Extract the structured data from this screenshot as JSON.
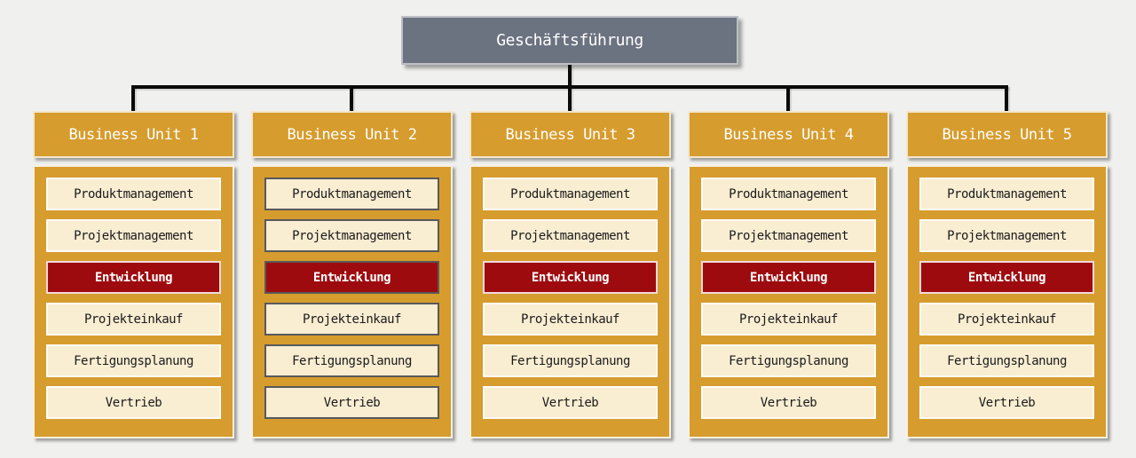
{
  "root": {
    "title": "Geschäftsführung"
  },
  "units": [
    {
      "label": "Business Unit 1",
      "outlined": false,
      "departments": [
        {
          "label": "Produktmanagement",
          "highlight": false
        },
        {
          "label": "Projektmanagement",
          "highlight": false
        },
        {
          "label": "Entwicklung",
          "highlight": true
        },
        {
          "label": "Projekteinkauf",
          "highlight": false
        },
        {
          "label": "Fertigungsplanung",
          "highlight": false
        },
        {
          "label": "Vertrieb",
          "highlight": false
        }
      ]
    },
    {
      "label": "Business Unit 2",
      "outlined": true,
      "departments": [
        {
          "label": "Produktmanagement",
          "highlight": false
        },
        {
          "label": "Projektmanagement",
          "highlight": false
        },
        {
          "label": "Entwicklung",
          "highlight": true
        },
        {
          "label": "Projekteinkauf",
          "highlight": false
        },
        {
          "label": "Fertigungsplanung",
          "highlight": false
        },
        {
          "label": "Vertrieb",
          "highlight": false
        }
      ]
    },
    {
      "label": "Business Unit 3",
      "outlined": false,
      "departments": [
        {
          "label": "Produktmanagement",
          "highlight": false
        },
        {
          "label": "Projektmanagement",
          "highlight": false
        },
        {
          "label": "Entwicklung",
          "highlight": true
        },
        {
          "label": "Projekteinkauf",
          "highlight": false
        },
        {
          "label": "Fertigungsplanung",
          "highlight": false
        },
        {
          "label": "Vertrieb",
          "highlight": false
        }
      ]
    },
    {
      "label": "Business Unit 4",
      "outlined": false,
      "departments": [
        {
          "label": "Produktmanagement",
          "highlight": false
        },
        {
          "label": "Projektmanagement",
          "highlight": false
        },
        {
          "label": "Entwicklung",
          "highlight": true
        },
        {
          "label": "Projekteinkauf",
          "highlight": false
        },
        {
          "label": "Fertigungsplanung",
          "highlight": false
        },
        {
          "label": "Vertrieb",
          "highlight": false
        }
      ]
    },
    {
      "label": "Business Unit 5",
      "outlined": false,
      "departments": [
        {
          "label": "Produktmanagement",
          "highlight": false
        },
        {
          "label": "Projektmanagement",
          "highlight": false
        },
        {
          "label": "Entwicklung",
          "highlight": true
        },
        {
          "label": "Projekteinkauf",
          "highlight": false
        },
        {
          "label": "Fertigungsplanung",
          "highlight": false
        },
        {
          "label": "Vertrieb",
          "highlight": false
        }
      ]
    }
  ],
  "colors": {
    "background": "#F0F0EE",
    "gold": "#D69C2D",
    "cream": "#F9EDD2",
    "red": "#9E0B0F",
    "slate": "#6B7280",
    "connector": "#0A0A0A"
  }
}
